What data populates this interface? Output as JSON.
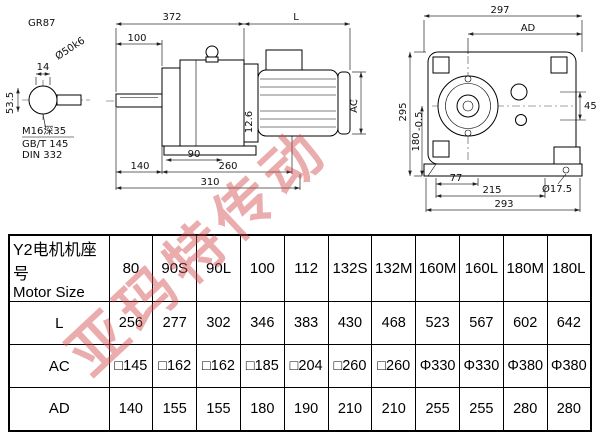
{
  "page": {
    "title": "GR87",
    "watermark": "亚玛特传动"
  },
  "shaft_detail": {
    "dim_14": "14",
    "dim_d50": "Ø50k6",
    "dim_53_5": "53.5",
    "note1": "M16深35",
    "note2": "GB/T 145",
    "note3": "DIN 332"
  },
  "side_view": {
    "dim_372": "372",
    "dim_L": "L",
    "dim_100": "100",
    "dim_AC": "AC",
    "dim_12_6": "12.6",
    "dim_90": "90",
    "dim_140": "140",
    "dim_260": "260",
    "dim_310": "310"
  },
  "front_view": {
    "dim_297": "297",
    "dim_AD": "AD",
    "dim_295": "295",
    "dim_180": "180",
    "dim_180_tol": "-0.5",
    "dim_45": "45",
    "dim_77": "77",
    "dim_215": "215",
    "dim_293": "293",
    "dim_d17_5": "Ø17.5"
  },
  "table": {
    "row_label_cn": "Y2电机机座号",
    "row_label_en": "Motor Size",
    "columns": [
      "80",
      "90S",
      "90L",
      "100",
      "112",
      "132S",
      "132M",
      "160M",
      "160L",
      "180M",
      "180L"
    ],
    "rows": [
      {
        "label": "L",
        "values": [
          "256",
          "277",
          "302",
          "346",
          "383",
          "430",
          "468",
          "523",
          "567",
          "602",
          "642"
        ]
      },
      {
        "label": "AC",
        "values": [
          "□145",
          "□162",
          "□162",
          "□185",
          "□204",
          "□260",
          "□260",
          "Φ330",
          "Φ330",
          "Φ380",
          "Φ380"
        ]
      },
      {
        "label": "AD",
        "values": [
          "140",
          "155",
          "155",
          "180",
          "190",
          "210",
          "210",
          "255",
          "255",
          "280",
          "280"
        ]
      }
    ]
  }
}
